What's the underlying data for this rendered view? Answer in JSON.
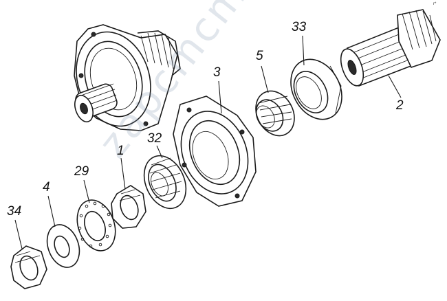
{
  "diagram": {
    "callouts": [
      {
        "id": "c33",
        "label": "33"
      },
      {
        "id": "c5",
        "label": "5"
      },
      {
        "id": "c3",
        "label": "3"
      },
      {
        "id": "c2",
        "label": "2"
      },
      {
        "id": "c32",
        "label": "32"
      },
      {
        "id": "c1",
        "label": "1"
      },
      {
        "id": "c29",
        "label": "29"
      },
      {
        "id": "c4",
        "label": "4"
      },
      {
        "id": "c34",
        "label": "34"
      }
    ],
    "watermark": "zapcmcm.ru",
    "brand_mark": "r*"
  }
}
